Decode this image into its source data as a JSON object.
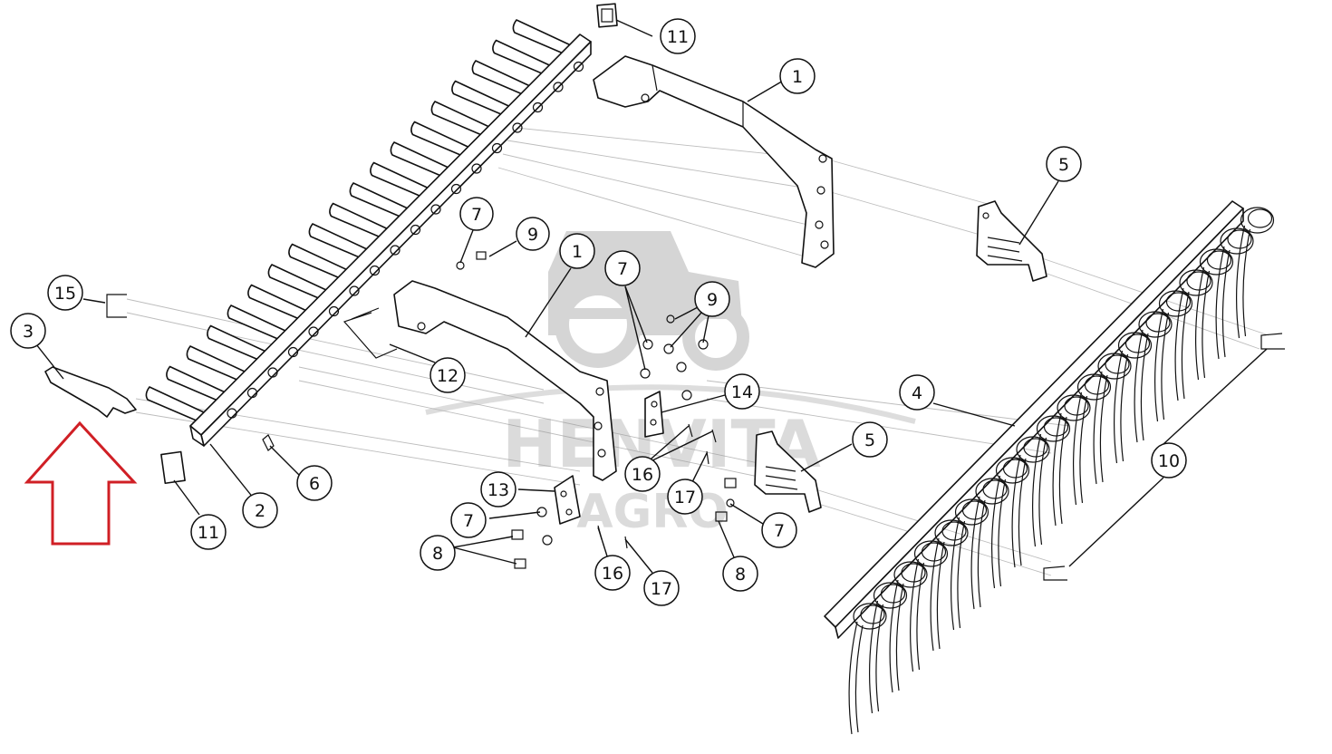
{
  "diagram": {
    "callouts": [
      {
        "id": "c-11a",
        "label": "11"
      },
      {
        "id": "c-1a",
        "label": "1"
      },
      {
        "id": "c-5a",
        "label": "5"
      },
      {
        "id": "c-7a",
        "label": "7"
      },
      {
        "id": "c-9a",
        "label": "9"
      },
      {
        "id": "c-1b",
        "label": "1"
      },
      {
        "id": "c-7b",
        "label": "7"
      },
      {
        "id": "c-9b",
        "label": "9"
      },
      {
        "id": "c-15",
        "label": "15"
      },
      {
        "id": "c-3",
        "label": "3"
      },
      {
        "id": "c-12",
        "label": "12"
      },
      {
        "id": "c-14",
        "label": "14"
      },
      {
        "id": "c-4",
        "label": "4"
      },
      {
        "id": "c-5b",
        "label": "5"
      },
      {
        "id": "c-10",
        "label": "10"
      },
      {
        "id": "c-16a",
        "label": "16"
      },
      {
        "id": "c-17a",
        "label": "17"
      },
      {
        "id": "c-13",
        "label": "13"
      },
      {
        "id": "c-7c",
        "label": "7"
      },
      {
        "id": "c-7d",
        "label": "7"
      },
      {
        "id": "c-6",
        "label": "6"
      },
      {
        "id": "c-2",
        "label": "2"
      },
      {
        "id": "c-11b",
        "label": "11"
      },
      {
        "id": "c-8a",
        "label": "8"
      },
      {
        "id": "c-16b",
        "label": "16"
      },
      {
        "id": "c-17b",
        "label": "17"
      },
      {
        "id": "c-8b",
        "label": "8"
      }
    ],
    "watermark": {
      "line1": "HENVITA",
      "line2": "AGRO"
    },
    "colors": {
      "line": "#111111",
      "guide": "#bdbdbd",
      "arrow": "#d01f25",
      "watermark": "#8a8a8a"
    }
  }
}
